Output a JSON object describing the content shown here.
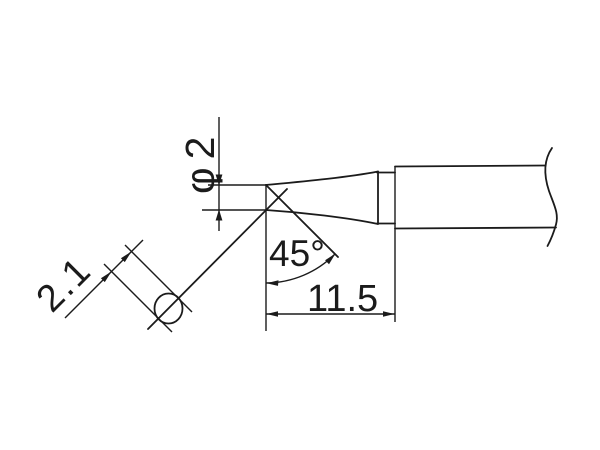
{
  "drawing": {
    "dimensions": {
      "tip_diameter_label": "φ2",
      "bevel_angle_label": "45°",
      "tip_length_label": "11.5",
      "bevel_face_width_label": "2.1"
    },
    "colors": {
      "line": "#1b1b1b",
      "background": "#ffffff"
    }
  }
}
